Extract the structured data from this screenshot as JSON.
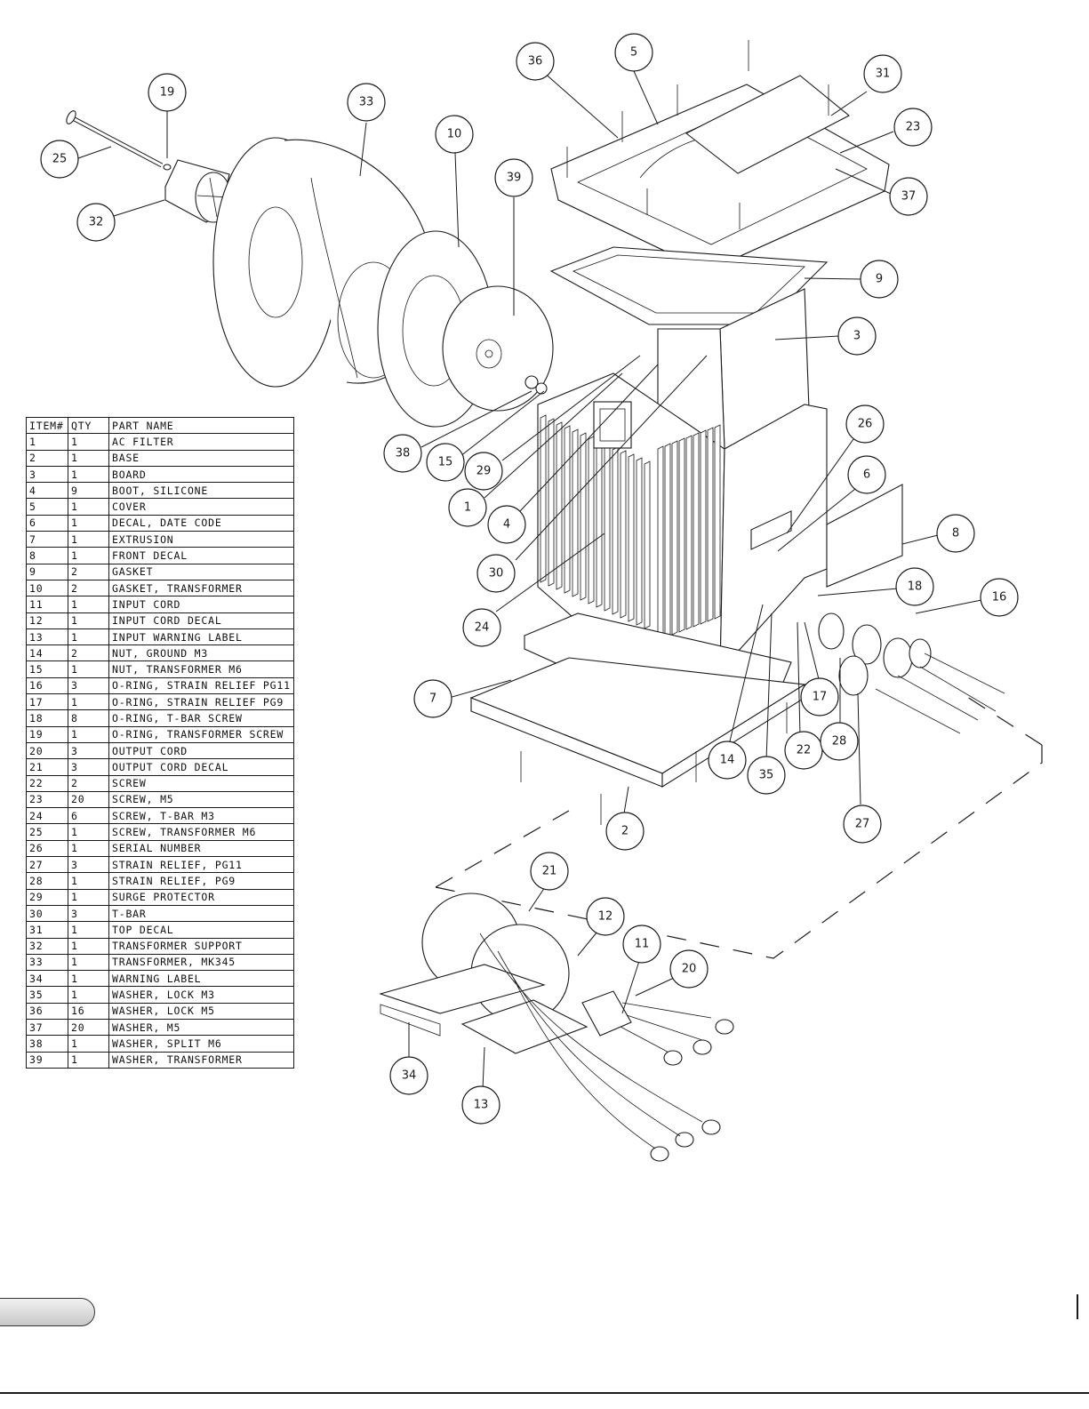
{
  "table": {
    "headers": {
      "item": "ITEM#",
      "qty": "QTY",
      "name": "PART NAME"
    },
    "rows": [
      {
        "item": "1",
        "qty": "1",
        "name": "AC FILTER"
      },
      {
        "item": "2",
        "qty": "1",
        "name": "BASE"
      },
      {
        "item": "3",
        "qty": "1",
        "name": "BOARD"
      },
      {
        "item": "4",
        "qty": "9",
        "name": "BOOT, SILICONE"
      },
      {
        "item": "5",
        "qty": "1",
        "name": "COVER"
      },
      {
        "item": "6",
        "qty": "1",
        "name": "DECAL, DATE CODE"
      },
      {
        "item": "7",
        "qty": "1",
        "name": "EXTRUSION"
      },
      {
        "item": "8",
        "qty": "1",
        "name": "FRONT DECAL"
      },
      {
        "item": "9",
        "qty": "2",
        "name": "GASKET"
      },
      {
        "item": "10",
        "qty": "2",
        "name": "GASKET, TRANSFORMER"
      },
      {
        "item": "11",
        "qty": "1",
        "name": "INPUT CORD"
      },
      {
        "item": "12",
        "qty": "1",
        "name": "INPUT CORD DECAL"
      },
      {
        "item": "13",
        "qty": "1",
        "name": "INPUT WARNING LABEL"
      },
      {
        "item": "14",
        "qty": "2",
        "name": "NUT, GROUND M3"
      },
      {
        "item": "15",
        "qty": "1",
        "name": "NUT, TRANSFORMER M6"
      },
      {
        "item": "16",
        "qty": "3",
        "name": "O-RING, STRAIN RELIEF PG11"
      },
      {
        "item": "17",
        "qty": "1",
        "name": "O-RING, STRAIN RELIEF PG9"
      },
      {
        "item": "18",
        "qty": "8",
        "name": "O-RING, T-BAR SCREW"
      },
      {
        "item": "19",
        "qty": "1",
        "name": "O-RING, TRANSFORMER SCREW"
      },
      {
        "item": "20",
        "qty": "3",
        "name": "OUTPUT CORD"
      },
      {
        "item": "21",
        "qty": "3",
        "name": "OUTPUT CORD DECAL"
      },
      {
        "item": "22",
        "qty": "2",
        "name": "SCREW"
      },
      {
        "item": "23",
        "qty": "20",
        "name": "SCREW, M5"
      },
      {
        "item": "24",
        "qty": "6",
        "name": "SCREW, T-BAR M3"
      },
      {
        "item": "25",
        "qty": "1",
        "name": "SCREW, TRANSFORMER M6"
      },
      {
        "item": "26",
        "qty": "1",
        "name": "SERIAL NUMBER"
      },
      {
        "item": "27",
        "qty": "3",
        "name": "STRAIN RELIEF, PG11"
      },
      {
        "item": "28",
        "qty": "1",
        "name": "STRAIN RELIEF, PG9"
      },
      {
        "item": "29",
        "qty": "1",
        "name": "SURGE PROTECTOR"
      },
      {
        "item": "30",
        "qty": "3",
        "name": "T-BAR"
      },
      {
        "item": "31",
        "qty": "1",
        "name": "TOP DECAL"
      },
      {
        "item": "32",
        "qty": "1",
        "name": "TRANSFORMER SUPPORT"
      },
      {
        "item": "33",
        "qty": "1",
        "name": "TRANSFORMER, MK345"
      },
      {
        "item": "34",
        "qty": "1",
        "name": "WARNING LABEL"
      },
      {
        "item": "35",
        "qty": "1",
        "name": "WASHER, LOCK M3"
      },
      {
        "item": "36",
        "qty": "16",
        "name": "WASHER, LOCK M5"
      },
      {
        "item": "37",
        "qty": "20",
        "name": "WASHER, M5"
      },
      {
        "item": "38",
        "qty": "1",
        "name": "WASHER, SPLIT M6"
      },
      {
        "item": "39",
        "qty": "1",
        "name": "WASHER, TRANSFORMER"
      }
    ]
  },
  "callouts": [
    "1",
    "2",
    "3",
    "4",
    "5",
    "6",
    "7",
    "8",
    "9",
    "10",
    "11",
    "12",
    "13",
    "14",
    "15",
    "16",
    "17",
    "18",
    "19",
    "20",
    "21",
    "22",
    "23",
    "24",
    "25",
    "26",
    "27",
    "28",
    "29",
    "30",
    "31",
    "32",
    "33",
    "34",
    "35",
    "36",
    "37",
    "38",
    "39"
  ]
}
